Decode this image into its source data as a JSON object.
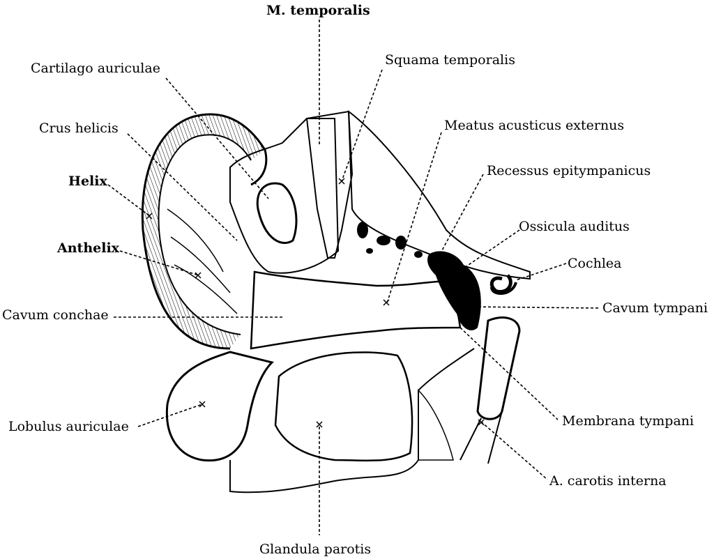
{
  "labels": {
    "m_temporalis": "M. temporalis",
    "squama_temporalis": "Squama temporalis",
    "cartilago_auriculae": "Cartilago auriculae",
    "crus_helicis": "Crus helicis",
    "meatus_acusticus_externus": "Meatus acusticus externus",
    "helix": "Helix",
    "recessus_epitympanicus": "Recessus epitympanicus",
    "ossicula_auditus": "Ossicula auditus",
    "anthelix": "Anthelix",
    "cochlea": "Cochlea",
    "cavum_conchae": "Cavum conchae",
    "cavum_tympani": "Cavum tympani",
    "lobulus_auriculae": "Lobulus auriculae",
    "membrana_tympani": "Membrana tympani",
    "a_carotis_interna": "A. carotis interna",
    "glandula_parotis": "Glandula parotis"
  },
  "colors": {
    "ink": "#000000",
    "paper": "#ffffff"
  }
}
